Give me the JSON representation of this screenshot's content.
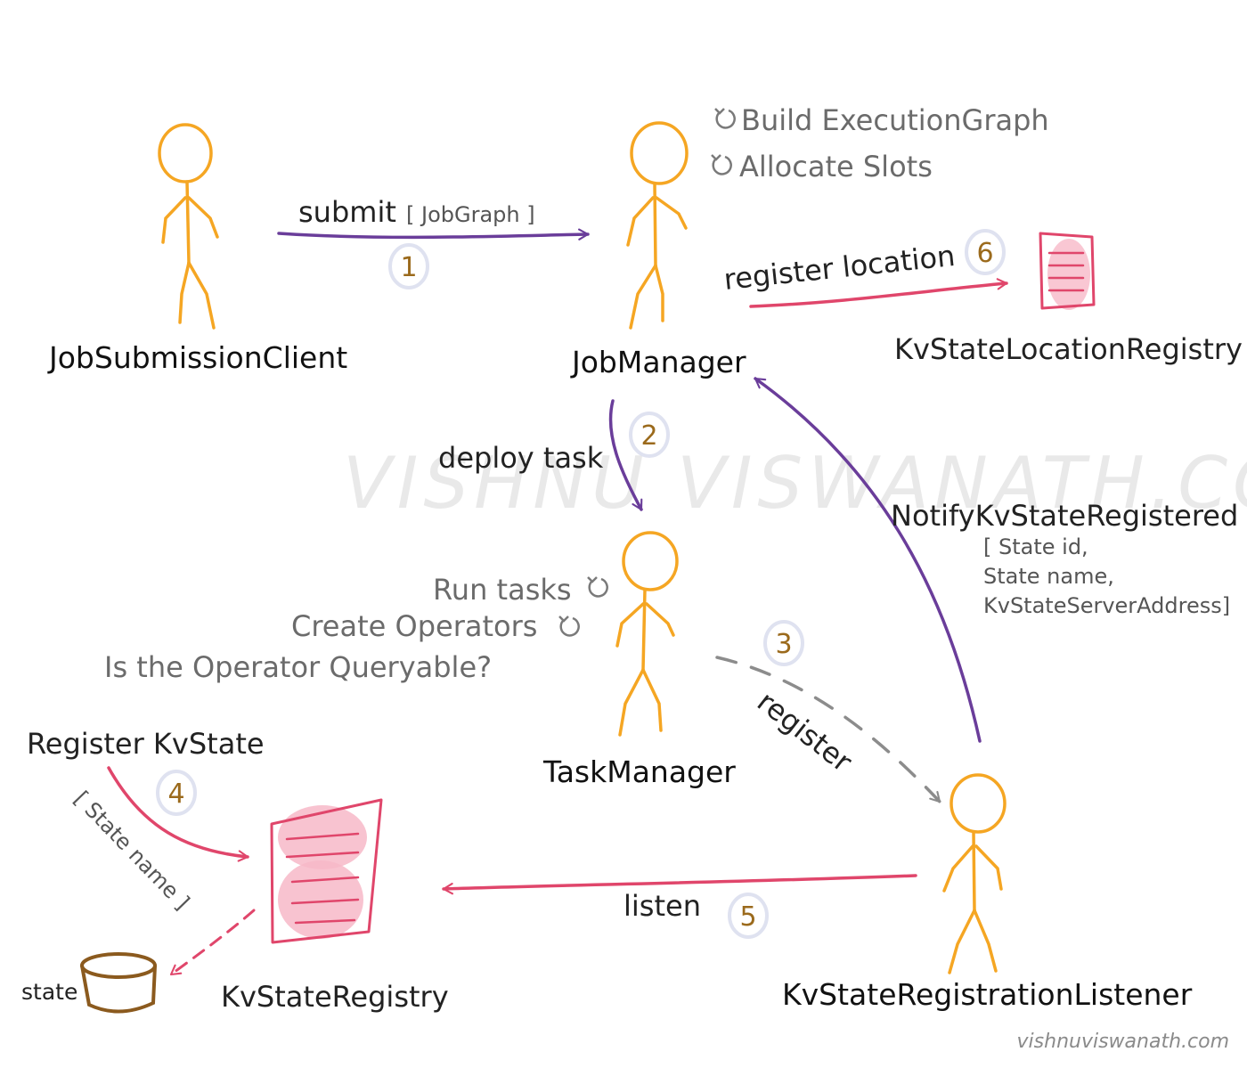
{
  "watermark": "VISHNU VISWANATH.COM",
  "credit": "vishnuviswanath.com",
  "actors": {
    "client": "JobSubmissionClient",
    "jobmanager": "JobManager",
    "taskmanager": "TaskManager",
    "listener": "KvStateRegistrationListener"
  },
  "registries": {
    "location": "KvStateLocationRegistry",
    "kvstate": "KvStateRegistry"
  },
  "state_label": "state",
  "notes": {
    "jm_1": "Build ExecutionGraph",
    "jm_2": "Allocate Slots",
    "tm_1": "Run tasks",
    "tm_2": "Create Operators",
    "tm_3": "Is the Operator Queryable?"
  },
  "edges": {
    "submit": "submit",
    "submit_param": "[ JobGraph ]",
    "deploy": "deploy task",
    "register": "register",
    "register_kvstate": "Register KvState",
    "register_kvstate_param": "[ State name ]",
    "listen": "listen",
    "notify": "NotifyKvStateRegistered",
    "notify_p1": "[ State id,",
    "notify_p2": "State name,",
    "notify_p3": "KvStateServerAddress]",
    "register_location": "register location"
  },
  "steps": [
    "1",
    "2",
    "3",
    "4",
    "5",
    "6"
  ],
  "colors": {
    "actor": "#f5a623",
    "purple": "#6a3d9a",
    "pink": "#e0466b",
    "gray_dash": "#8c8c8c",
    "circle": "#dfe2f0",
    "doc_fill": "#f7b9c8",
    "cylinder": "#8b5a1e"
  }
}
